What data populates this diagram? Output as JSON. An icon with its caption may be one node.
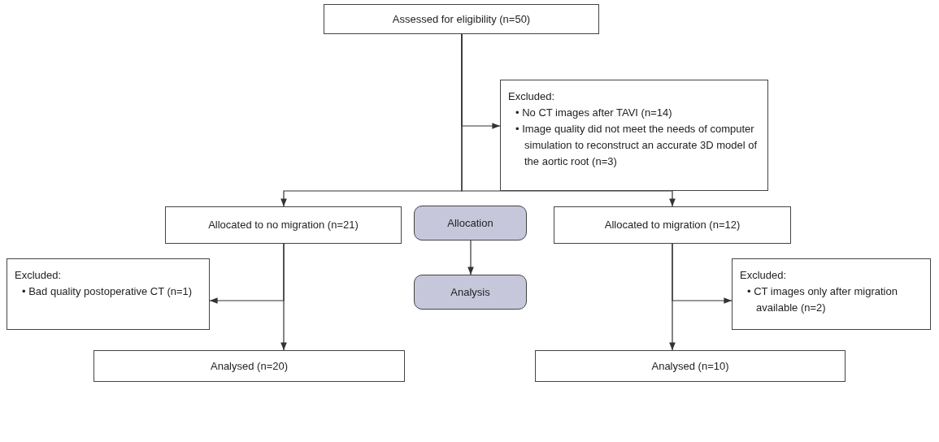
{
  "diagram": {
    "nodes": [
      {
        "text": [
          "Assessed for eligibility (n=50)"
        ]
      },
      {
        "text": [
          "Excluded:",
          "• No CT images after TAVI (n=14)",
          "• Image quality did not meet the needs of computer simulation to reconstruct an accurate 3D model of the aortic root (n=3)"
        ]
      },
      {
        "text": [
          "Allocated to no migration (n=21)"
        ]
      },
      {
        "text": [
          "Allocation"
        ]
      },
      {
        "text": [
          "Allocated to migration (n=12)"
        ]
      },
      {
        "text": [
          "Excluded:",
          "• Bad quality postoperative CT (n=1)"
        ]
      },
      {
        "text": [
          "Analysis"
        ]
      },
      {
        "text": [
          "Excluded:",
          "• CT images only after migration available (n=2)"
        ]
      },
      {
        "text": [
          "Analysed (n=20)"
        ]
      },
      {
        "text": [
          "Analysed (n=10)"
        ]
      }
    ],
    "edges": [
      {
        "from": 0,
        "to": 1,
        "arrow": "to"
      },
      {
        "from": 0,
        "to": 2,
        "arrow": "to"
      },
      {
        "from": 0,
        "to": 4,
        "arrow": "to"
      },
      {
        "from": 3,
        "to": 6,
        "arrow": "to"
      },
      {
        "from": 2,
        "to": 5,
        "arrow": "to"
      },
      {
        "from": 2,
        "to": 8,
        "arrow": "to"
      },
      {
        "from": 4,
        "to": 7,
        "arrow": "to"
      },
      {
        "from": 4,
        "to": 9,
        "arrow": "to"
      }
    ]
  }
}
